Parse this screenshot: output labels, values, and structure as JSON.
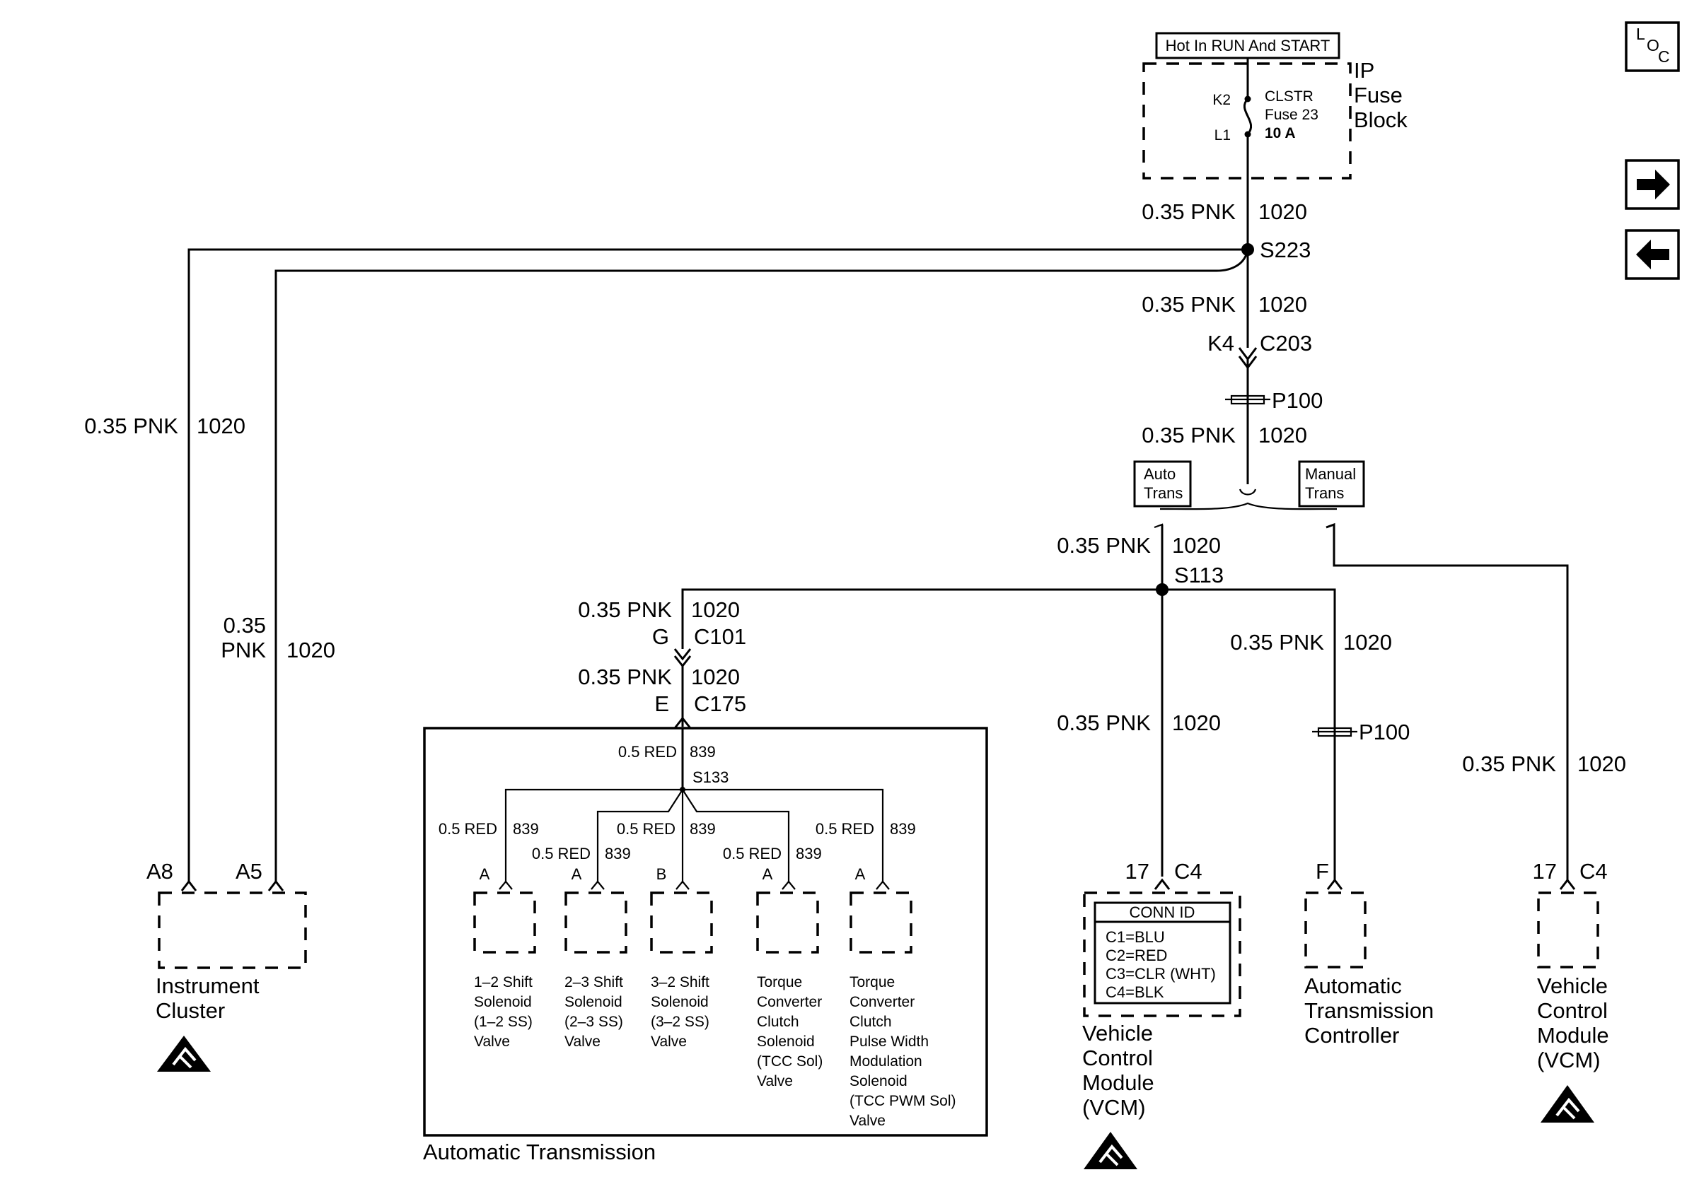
{
  "fuse_block": {
    "hot_label": "Hot In RUN And START",
    "title_lines": [
      "IP",
      "Fuse",
      "Block"
    ],
    "pin_top": "K2",
    "pin_bottom": "L1",
    "fuse_lines": [
      "CLSTR",
      "Fuse 23",
      "10 A"
    ]
  },
  "wires": {
    "w1": {
      "gauge": "0.35 PNK",
      "circuit": "1020"
    },
    "w2": {
      "gauge": "0.35 PNK",
      "circuit": "1020"
    },
    "w3": {
      "gauge": "0.35 PNK",
      "circuit": "1020"
    },
    "w4": {
      "gauge": "0.35 PNK",
      "circuit": "1020"
    },
    "w5": {
      "gauge": "0.35 PNK",
      "circuit": "1020"
    },
    "w6": {
      "gauge": "0.35 PNK",
      "circuit": "1020"
    },
    "w7": {
      "gauge": "0.35 PNK",
      "circuit": "1020"
    },
    "w8": {
      "gauge": "0.35 PNK",
      "circuit": "1020"
    },
    "w9": {
      "gauge": "0.35 PNK",
      "circuit": "1020"
    },
    "w10": {
      "gauge": "0.35 PNK",
      "circuit": "1020"
    },
    "w11": {
      "gauge_line1": "0.35",
      "gauge_line2": "PNK",
      "circuit": "1020"
    },
    "w12": {
      "gauge": "0.5 RED",
      "circuit": "839"
    },
    "w13": {
      "gauge": "0.5 RED",
      "circuit": "839"
    },
    "w14": {
      "gauge": "0.5 RED",
      "circuit": "839"
    },
    "w15": {
      "gauge": "0.5 RED",
      "circuit": "839"
    },
    "w16": {
      "gauge": "0.5 RED",
      "circuit": "839"
    },
    "w17": {
      "gauge": "0.5 RED",
      "circuit": "839"
    }
  },
  "splices": {
    "s223": "S223",
    "s113": "S113",
    "s133": "S133"
  },
  "connectors": {
    "k4": "K4",
    "c203": "C203",
    "p100_top": "P100",
    "p100_right": "P100",
    "g": "G",
    "c101": "C101",
    "e": "E",
    "c175": "C175"
  },
  "option_boxes": {
    "auto": [
      "Auto",
      "Trans"
    ],
    "manual": [
      "Manual",
      "Trans"
    ]
  },
  "instrument_cluster": {
    "pin_a8": "A8",
    "pin_a5": "A5",
    "name_lines": [
      "Instrument",
      "Cluster"
    ]
  },
  "automatic_transmission": {
    "title": "Automatic Transmission",
    "solenoids": [
      {
        "pin": "A",
        "lines": [
          "1–2 Shift",
          "Solenoid",
          "(1–2 SS)",
          "Valve"
        ]
      },
      {
        "pin": "A",
        "lines": [
          "2–3 Shift",
          "Solenoid",
          "(2–3 SS)",
          "Valve"
        ]
      },
      {
        "pin": "B",
        "lines": [
          "3–2 Shift",
          "Solenoid",
          "(3–2 SS)",
          "Valve"
        ]
      },
      {
        "pin": "A",
        "lines": [
          "Torque",
          "Converter",
          "Clutch",
          "Solenoid",
          "(TCC Sol)",
          "Valve"
        ]
      },
      {
        "pin": "A",
        "lines": [
          "Torque",
          "Converter",
          "Clutch",
          "Pulse Width",
          "Modulation",
          "Solenoid",
          "(TCC PWM Sol)",
          "Valve"
        ]
      }
    ]
  },
  "vcm_main": {
    "pin": "17",
    "connector": "C4",
    "conn_id_title": "CONN ID",
    "conn_id_lines": [
      "C1=BLU",
      "C2=RED",
      "C3=CLR (WHT)",
      "C4=BLK"
    ],
    "name_lines": [
      "Vehicle",
      "Control",
      "Module",
      "(VCM)"
    ]
  },
  "atc": {
    "pin": "F",
    "name_lines": [
      "Automatic",
      "Transmission",
      "Controller"
    ]
  },
  "vcm_manual": {
    "pin": "17",
    "connector": "C4",
    "name_lines": [
      "Vehicle",
      "Control",
      "Module",
      "(VCM)"
    ]
  },
  "nav": {
    "loc_letters": [
      "L",
      "O",
      "C"
    ],
    "forward_icon": "arrow-right-icon",
    "back_icon": "arrow-left-icon"
  }
}
